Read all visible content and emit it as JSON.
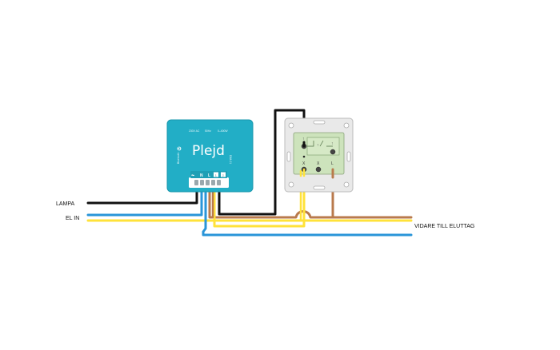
{
  "labels": {
    "lampa": "LAMPA",
    "el_in": "EL IN",
    "vidare": "VIDARE TILL ELUTTAG"
  },
  "module": {
    "brand": "Plejd",
    "model": "DIM-01",
    "bluetooth": "Bluetooth",
    "top_text": [
      "230V AC",
      "50Hz",
      "0–400W"
    ],
    "terminals": [
      "⏦",
      "N",
      "L",
      "1",
      "2"
    ]
  },
  "switch": {
    "marks": [
      "↑",
      "↑",
      "↑",
      "X",
      "X",
      "L"
    ]
  },
  "colors": {
    "module": "#22aec6",
    "module_edge": "#1b98ad",
    "black_wire": "#111111",
    "blue_wire": "#2a95d8",
    "yellow_wire": "#ffe23a",
    "brown_wire": "#b97a4c",
    "switch_plate": "#e9e9e9",
    "switch_core": "#cde3bc"
  }
}
